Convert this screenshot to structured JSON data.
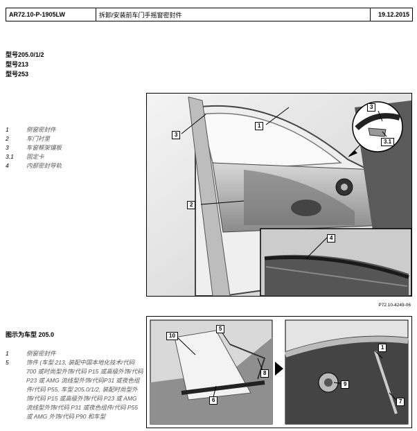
{
  "header": {
    "code": "AR72.10-P-1905LW",
    "title": "拆卸/安装前车门手摇窗密封件",
    "date": "19.12.2015"
  },
  "models": [
    "型号205.0/1/2",
    "型号213",
    "型号253"
  ],
  "legend1": [
    {
      "num": "1",
      "text": "侧窗密封件"
    },
    {
      "num": "2",
      "text": "车门衬里"
    },
    {
      "num": "3",
      "text": "车窗框架镶板"
    },
    {
      "num": "3.1",
      "text": "固定卡"
    },
    {
      "num": "4",
      "text": "内部密封导轨"
    }
  ],
  "figure1_ref": "P72.10-4249-06",
  "caption2": "图示为车型 205.0",
  "legend2": [
    {
      "num": "1",
      "text": "侧窗密封件"
    },
    {
      "num": "5",
      "text": "饰件 (车型 213, 装配中国本地化技术/代码 700 或时尚型外饰/代码 P15 或高级外饰/代码 P23 或 AMG 流线型外饰/代码P31 或夜色组件/代码 P55, 车型 205.0/1/2, 装配时尚型外饰/代码 P15 或高级外饰/代码 P23 或 AMG 流线型外饰/代码 P31 或夜色组件/代码 P55 或 AMG 外饰/代码 P90 和车型"
    }
  ],
  "fig1_labels": {
    "l1": "1",
    "l2": "2",
    "l3": "3",
    "l3b": "3",
    "l31": "3.1",
    "l4": "4"
  },
  "fig2_labels": {
    "l10": "10",
    "l5": "5",
    "l8": "8",
    "l6": "6",
    "l1": "1",
    "l9": "9",
    "l7": "7"
  }
}
